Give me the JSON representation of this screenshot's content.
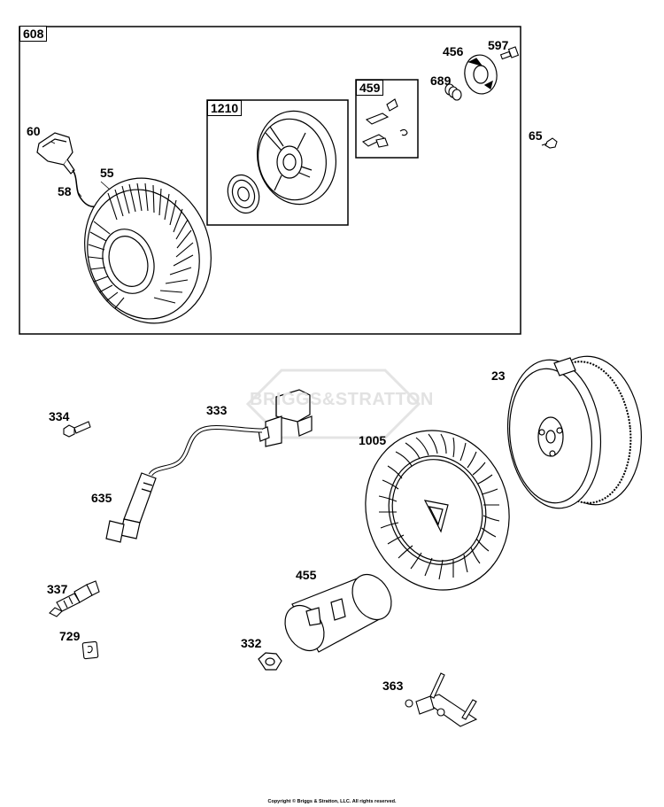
{
  "watermark": "BRIGGS&STRATTON",
  "copyright": "Copyright © Briggs & Stratton, LLC. All rights reserved.",
  "assemblies": {
    "rewind_starter": "608",
    "pulley_assembly": "1210",
    "pawl_kit": "459"
  },
  "callouts": {
    "p60": "60",
    "p55": "55",
    "p58": "58",
    "p456": "456",
    "p597": "597",
    "p689": "689",
    "p65": "65",
    "p23": "23",
    "p334": "334",
    "p333": "333",
    "p1005": "1005",
    "p635": "635",
    "p455": "455",
    "p337": "337",
    "p729": "729",
    "p332": "332",
    "p363": "363"
  }
}
